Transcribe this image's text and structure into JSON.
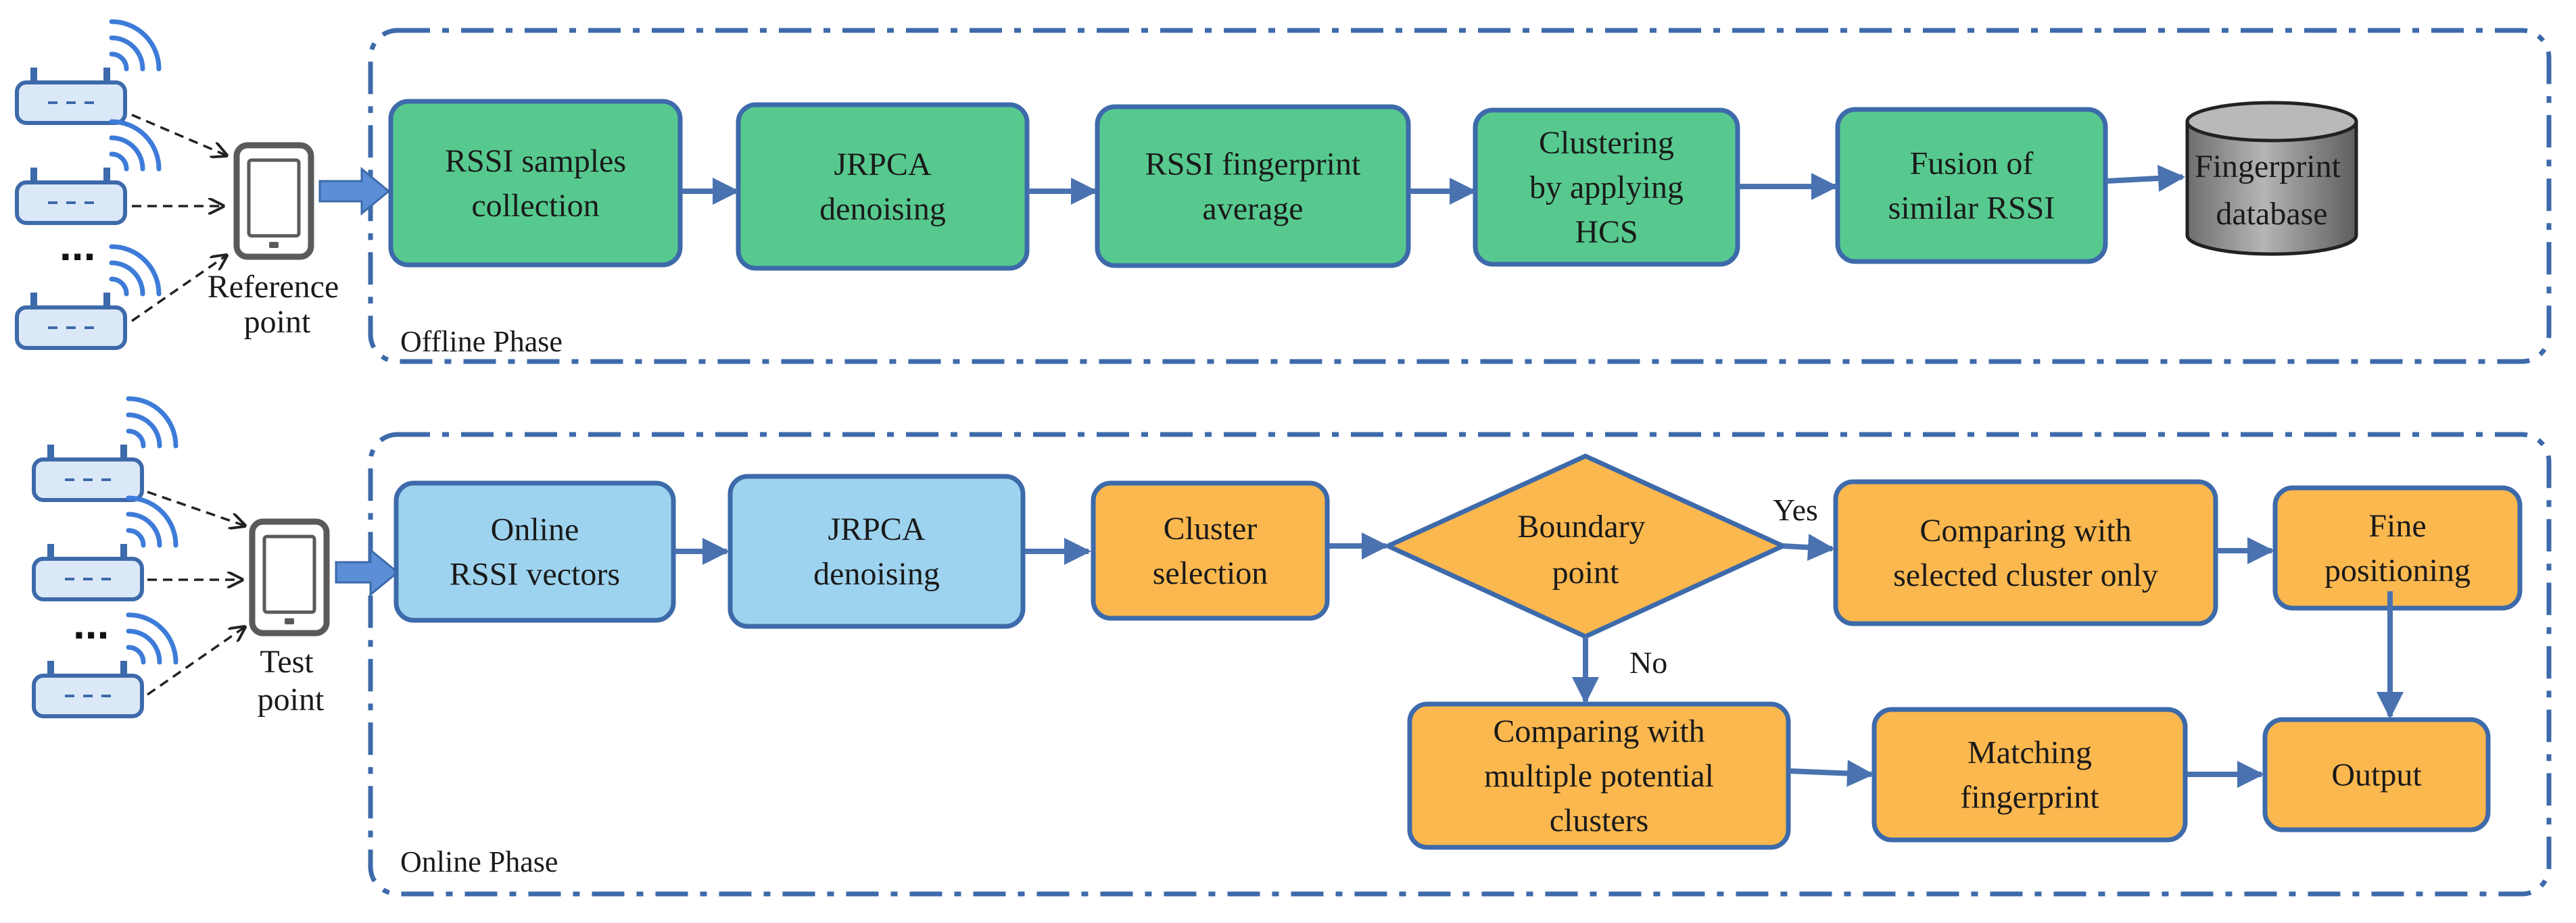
{
  "colors": {
    "border_blue": "#3d6aaa",
    "arrow_blue": "#4a72b0",
    "green_fill": "#57c98f",
    "light_blue_fill": "#9dd3ee",
    "orange_fill": "#fbb84f",
    "database_fill": "#8c8c8c",
    "router_fill": "#dbe8f8",
    "wifi_wave": "#3d7bd9"
  },
  "offline": {
    "phase_label": "Offline Phase",
    "device_label_line1": "Reference",
    "device_label_line2": "point",
    "ellipsis": "...",
    "steps": [
      {
        "lines": [
          "RSSI samples",
          "collection"
        ]
      },
      {
        "lines": [
          "JRPCA",
          "denoising"
        ]
      },
      {
        "lines": [
          "RSSI fingerprint",
          "average"
        ]
      },
      {
        "lines": [
          "Clustering",
          "by applying",
          "HCS"
        ]
      },
      {
        "lines": [
          "Fusion of",
          "similar RSSI"
        ]
      }
    ],
    "database_lines": [
      "Fingerprint",
      "database"
    ]
  },
  "online": {
    "phase_label": "Online Phase",
    "device_label_line1": "Test",
    "device_label_line2": "point",
    "ellipsis": "...",
    "steps": [
      {
        "lines": [
          "Online",
          "RSSI vectors"
        ]
      },
      {
        "lines": [
          "JRPCA",
          "denoising"
        ]
      },
      {
        "lines": [
          "Cluster",
          "selection"
        ]
      }
    ],
    "decision_lines": [
      "Boundary",
      "point"
    ],
    "yes_label": "Yes",
    "no_label": "No",
    "yes_branch": [
      {
        "lines": [
          "Comparing with",
          "selected cluster only"
        ]
      },
      {
        "lines": [
          "Fine",
          "positioning"
        ]
      }
    ],
    "no_branch": [
      {
        "lines": [
          "Comparing with",
          "multiple potential",
          "clusters"
        ]
      },
      {
        "lines": [
          "Matching",
          "fingerprint"
        ]
      }
    ],
    "output_lines": [
      "Output"
    ]
  }
}
